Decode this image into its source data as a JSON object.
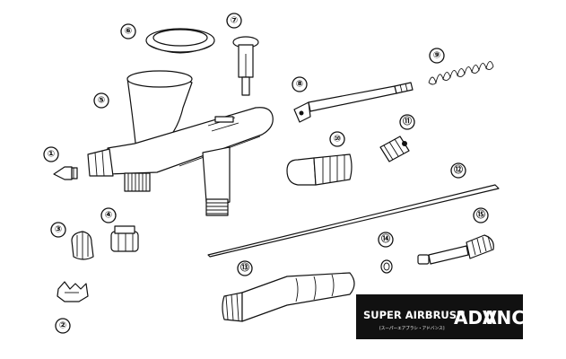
{
  "callouts": [
    {
      "id": "1",
      "text": "①"
    },
    {
      "id": "2",
      "text": "②"
    },
    {
      "id": "3",
      "text": "③"
    },
    {
      "id": "4",
      "text": "④"
    },
    {
      "id": "5",
      "text": "⑤"
    },
    {
      "id": "6",
      "text": "⑥"
    },
    {
      "id": "7",
      "text": "⑦"
    },
    {
      "id": "8",
      "text": "⑧"
    },
    {
      "id": "9",
      "text": "⑨"
    },
    {
      "id": "10",
      "text": "⑩"
    },
    {
      "id": "11",
      "text": "⑪"
    },
    {
      "id": "12",
      "text": "⑫"
    },
    {
      "id": "13",
      "text": "⑬"
    },
    {
      "id": "14",
      "text": "⑭"
    },
    {
      "id": "15",
      "text": "⑮"
    }
  ],
  "logo": {
    "line1": "SUPER AIRBRUSH",
    "line2": "[スーパーエアブラシ・アドバンス]",
    "big_a": "ADV",
    "big_b": "ANCE"
  },
  "colors": {
    "ink": "#111111",
    "paper": "#ffffff",
    "logo_bg": "#111111"
  }
}
